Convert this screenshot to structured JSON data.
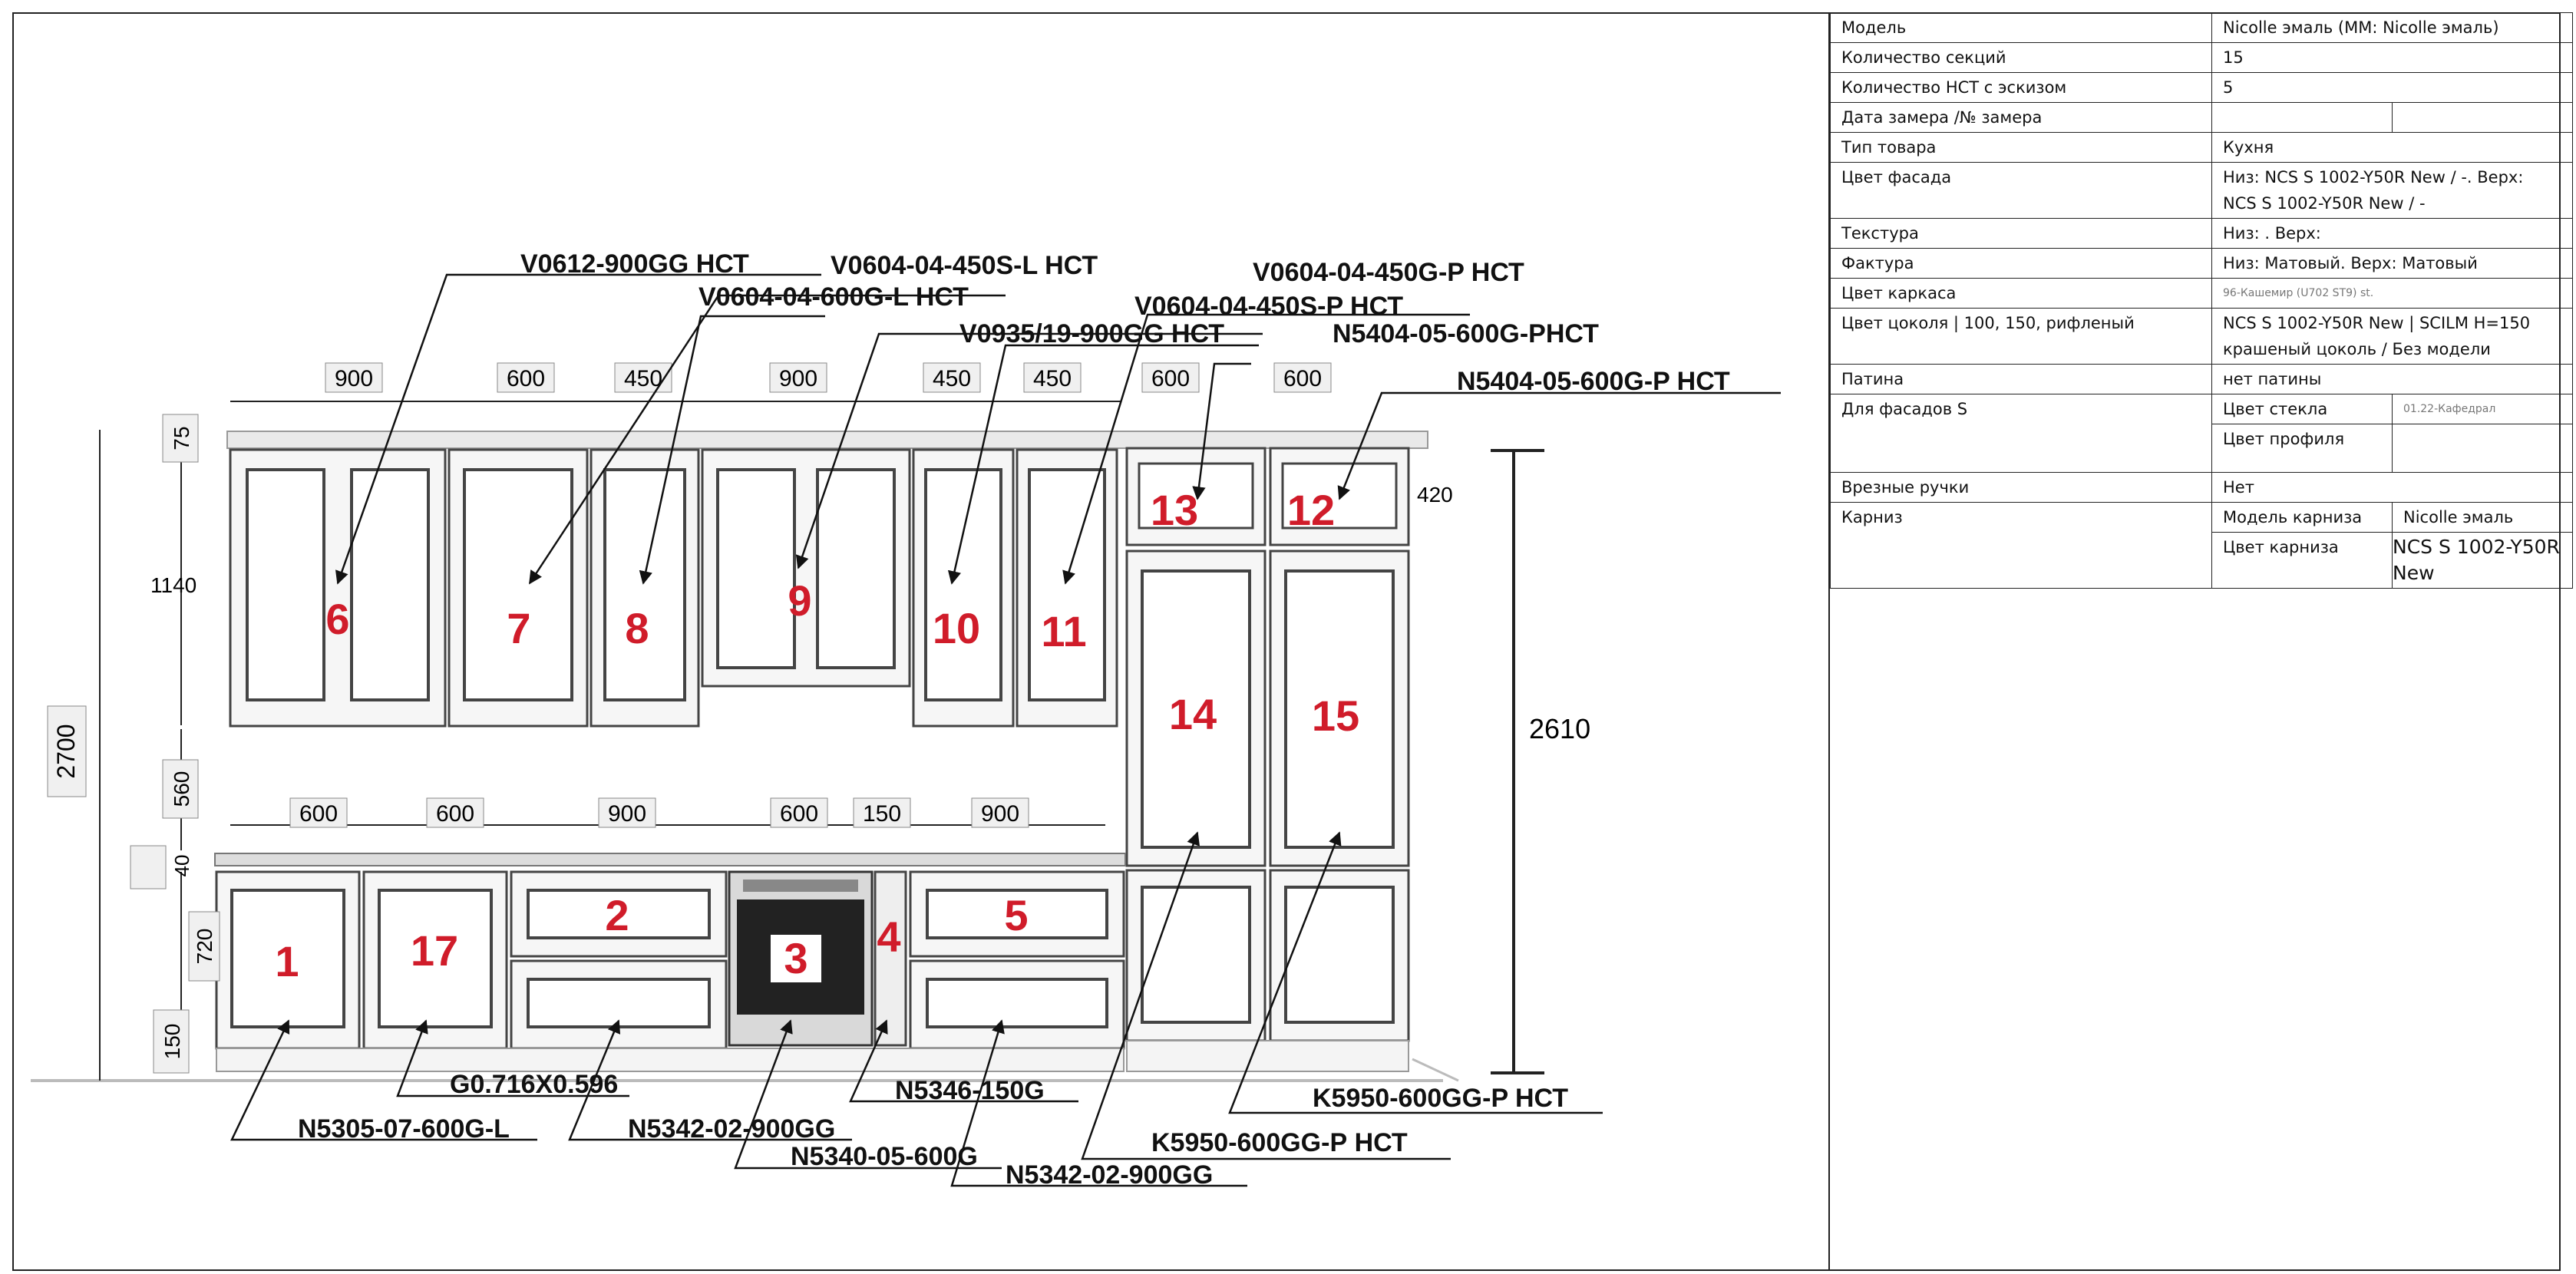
{
  "spec": {
    "model_label": "Модель",
    "model_value": "Nicolle эмаль (MM: Nicolle эмаль)",
    "sections_label": "Количество секций",
    "sections_value": "15",
    "nst_label": "Количество НСТ с эскизом",
    "nst_value": "5",
    "measure_label": "Дата замера /№ замера",
    "product_type_label": "Тип товара",
    "product_type_value": "Кухня",
    "facade_color_label": "Цвет фасада",
    "facade_color_value": "Низ: NCS S 1002-Y50R New / -. Верх: NCS S 1002-Y50R New / -",
    "texture_label": "Текстура",
    "texture_value": "Низ: . Верх:",
    "finish_label": "Фактура",
    "finish_value": "Низ: Матовый. Верх: Матовый",
    "carcass_color_label": "Цвет каркаса",
    "carcass_color_value": "96-Кашемир (U702 ST9) st.",
    "plinth_color_label": "Цвет цоколя | 100, 150, рифленый",
    "plinth_color_value": "NCS S 1002-Y50R New | SCILM H=150 крашеный цоколь / Без модели",
    "patina_label": "Патина",
    "patina_value": "нет патины",
    "facades_s_label": "Для фасадов S",
    "glass_color_label": "Цвет стекла",
    "glass_color_value": "01.22-Кафедрал",
    "profile_color_label": "Цвет профиля",
    "handles_label": "Врезные ручки",
    "handles_value": "Нет",
    "cornice_label": "Карниз",
    "cornice_model_label": "Модель карниза",
    "cornice_model_value": "Nicolle эмаль",
    "cornice_color_label": "Цвет карниза",
    "cornice_color_value": "NCS S 1002-Y50R New"
  },
  "drawing": {
    "top_widths": [
      "900",
      "600",
      "450",
      "900",
      "450",
      "450",
      "600",
      "600"
    ],
    "bottom_widths": [
      "600",
      "600",
      "900",
      "600",
      "150",
      "900"
    ],
    "dim_total_height": "2700",
    "dim_cornice": "75",
    "dim_upper_height": "1140",
    "dim_gap": "560",
    "dim_worktop": "40",
    "dim_base": "720",
    "dim_plinth": "150",
    "dim_column_height": "2610",
    "dim_column_top": "420",
    "section_numbers": [
      "1",
      "17",
      "2",
      "3",
      "4",
      "5",
      "6",
      "7",
      "8",
      "9",
      "10",
      "11",
      "13",
      "12",
      "14",
      "15"
    ],
    "codes_top": {
      "v0612": "V0612-900GG НСТ",
      "v0604_450s_l": "V0604-04-450S-L НСТ",
      "v0604_600g_l": "V0604-04-600G-L НСТ",
      "v0604_450g_p": "V0604-04-450G-P НСТ",
      "v0604_450s_p": "V0604-04-450S-P НСТ",
      "v0935": "V0935/19-900GG НСТ",
      "n5404_a": "N5404-05-600G-РНСТ",
      "n5404_b": "N5404-05-600G-P НСТ"
    },
    "codes_bottom": {
      "g0716": "G0.716X0.596",
      "n5305": "N5305-07-600G-L",
      "n5342_a": "N5342-02-900GG",
      "n5346": "N5346-150G",
      "n5340": "N5340-05-600G",
      "n5342_b": "N5342-02-900GG",
      "k5950_a": "K5950-600GG-P НСТ",
      "k5950_b": "K5950-600GG-Р НСТ"
    }
  }
}
